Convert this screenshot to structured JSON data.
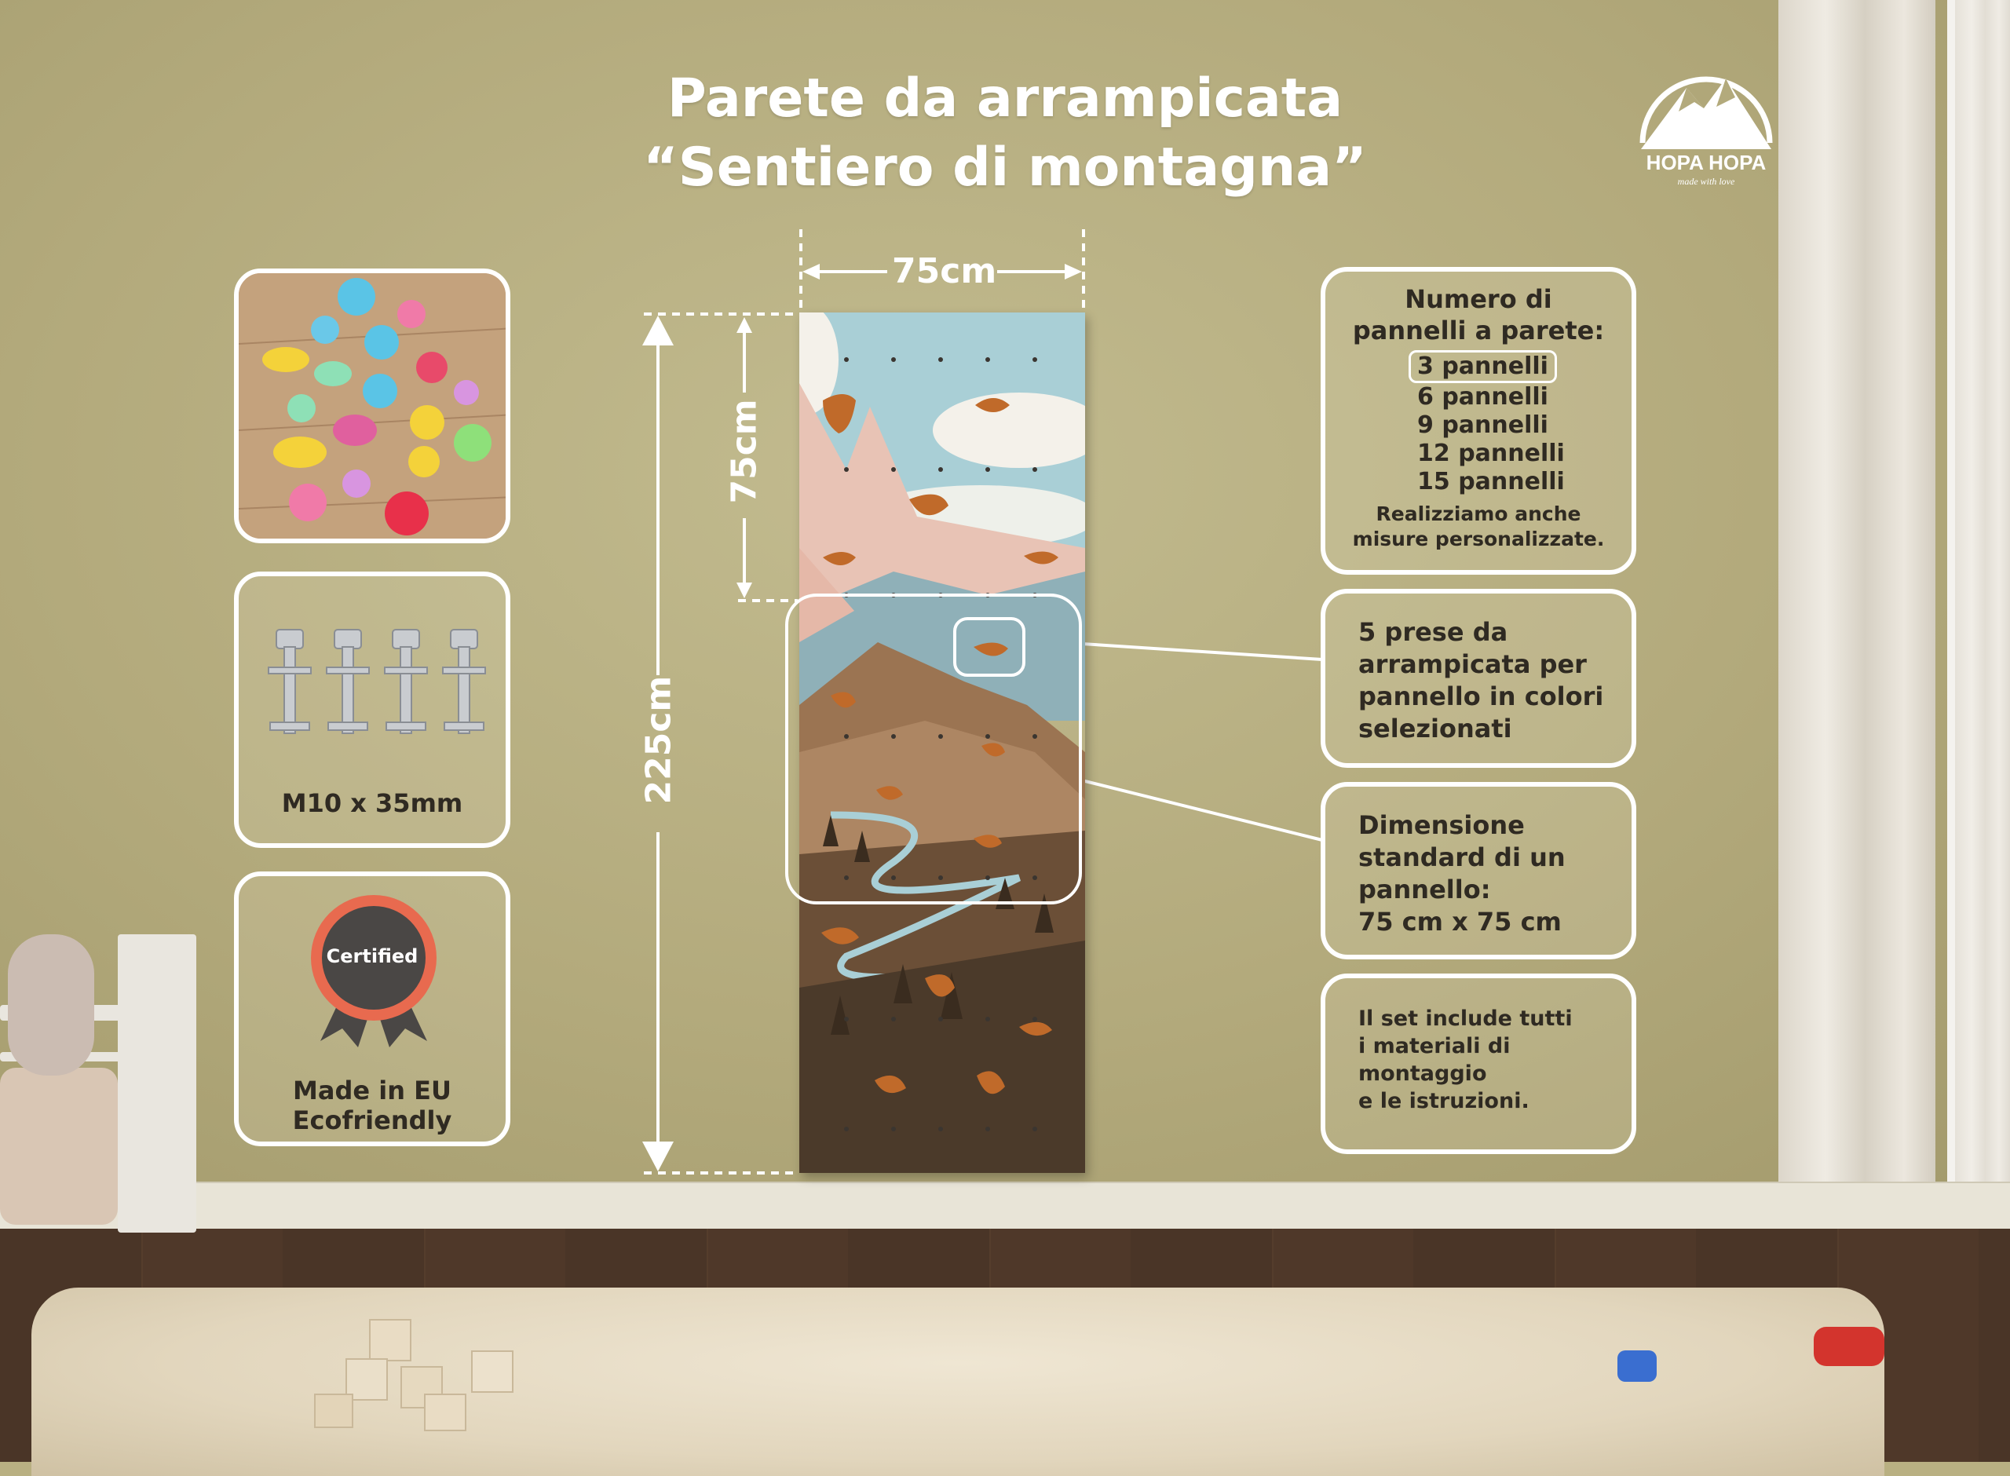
{
  "title": {
    "line1": "Parete da arrampicata",
    "line2": "“Sentiero di montagna”"
  },
  "brand": {
    "name": "HOPA HOPA",
    "tagline": "made with love"
  },
  "dimensions": {
    "width_label": "75cm",
    "panel_height_label": "75cm",
    "total_height_label": "225cm"
  },
  "left_cards": {
    "bolts_label": "M10 x 35mm",
    "certified_badge": "Certified",
    "made_in_line1": "Made in EU",
    "made_in_line2": "Ecofriendly"
  },
  "panels_card": {
    "heading_line1": "Numero di",
    "heading_line2": "pannelli a parete:",
    "options": [
      "3 pannelli",
      "6 pannelli",
      "9 pannelli",
      "12 pannelli",
      "15 pannelli"
    ],
    "selected_option": "3 pannelli",
    "note_line1": "Realizziamo anche",
    "note_line2": "misure personalizzate."
  },
  "holds_card": {
    "line1": "5 prese da",
    "line2": "arrampicata per",
    "line3": "pannello in colori",
    "line4": "selezionati"
  },
  "size_card": {
    "line1": "Dimensione",
    "line2": "standard di un",
    "line3": "pannello:",
    "line4": "75 cm x 75 cm"
  },
  "set_card": {
    "line1": "Il set include tutti",
    "line2": "i materiali di",
    "line3": "montaggio",
    "line4": "e le istruzioni."
  },
  "colors": {
    "text_dark": "#2f2a22",
    "card_border": "#ffffff",
    "badge_red": "#e86a4f",
    "badge_gray": "#4a4745",
    "sky": "#a9cfd6",
    "mountain_pink": "#e8c3b5",
    "hills": "#9b7452",
    "forest": "#4b3a2a"
  }
}
